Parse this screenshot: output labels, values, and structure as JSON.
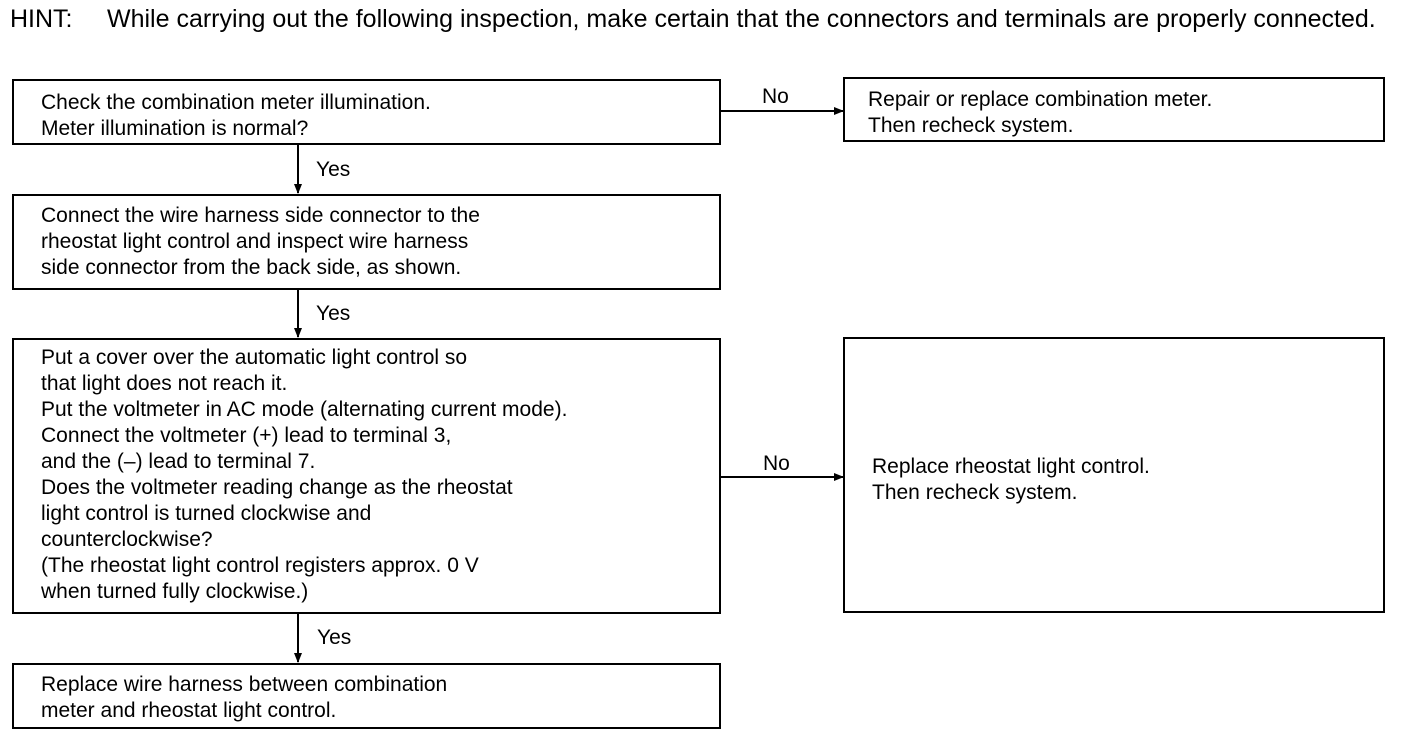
{
  "hint": {
    "label": "HINT:",
    "text": "While carrying out the following inspection, make certain that the connectors and terminals are properly connected."
  },
  "steps": {
    "step1": "Check the combination meter illumination.\nMeter illumination is normal?",
    "step2": "Connect the wire harness side connector to the\nrheostat light control and inspect wire harness\nside connector from the back side, as shown.",
    "step3": "Put a cover over the automatic light control so\nthat light does not reach it.\nPut the voltmeter in AC mode (alternating current mode).\nConnect the voltmeter (+) lead to terminal 3,\nand the (–) lead to terminal 7.\nDoes the voltmeter reading change as the rheostat\nlight control is turned clockwise and\ncounterclockwise?\n(The rheostat light control registers approx. 0 V\nwhen turned fully clockwise.)",
    "step4": "Replace wire harness between combination\nmeter and rheostat light control."
  },
  "results": {
    "result1": "Repair or replace combination meter.\nThen recheck system.",
    "result3": "Replace rheostat light control.\nThen recheck system."
  },
  "labels": {
    "no1": "No",
    "yes1": "Yes",
    "yes2": "Yes",
    "no3": "No",
    "yes3": "Yes"
  }
}
